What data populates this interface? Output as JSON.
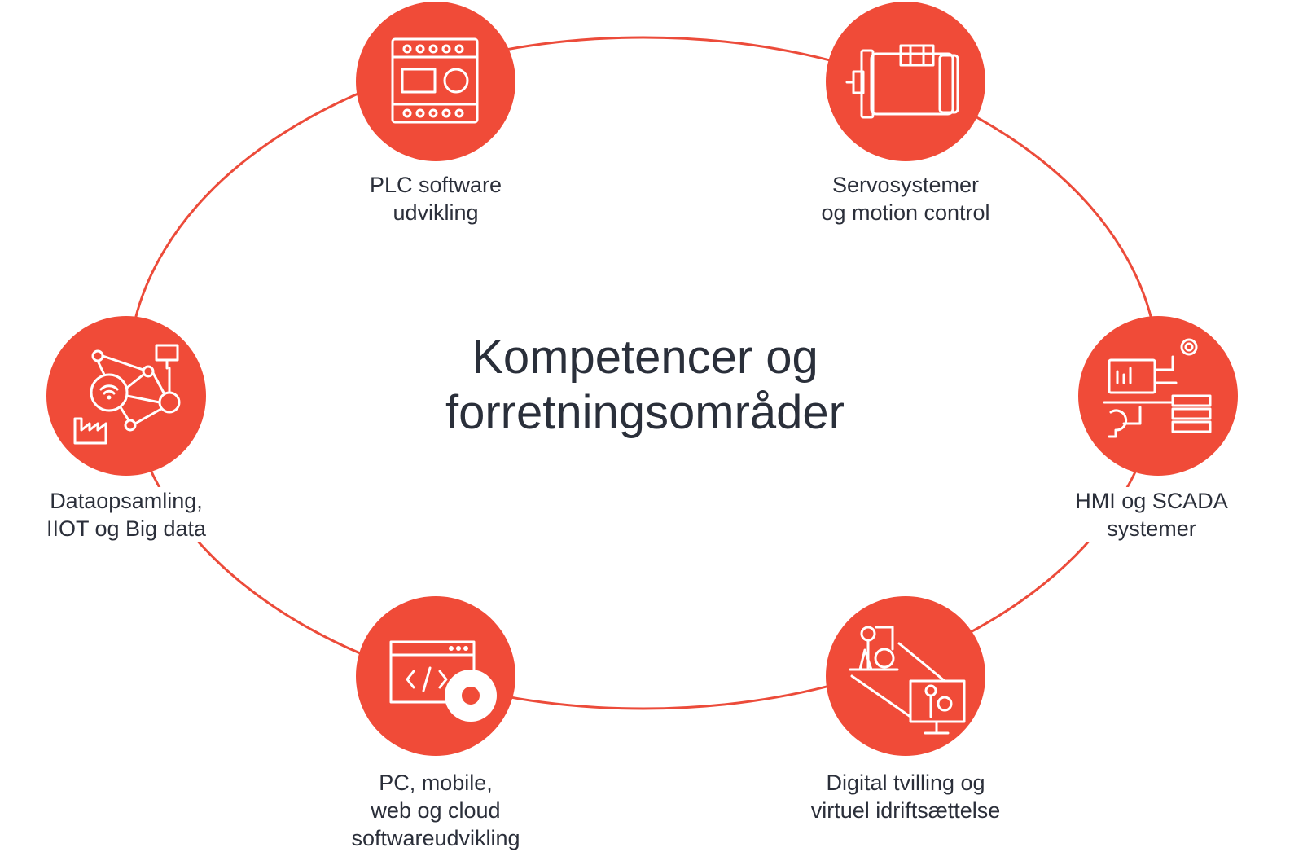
{
  "title": {
    "line1": "Kompetencer og",
    "line2": "forretningsområder"
  },
  "colors": {
    "accent": "#f04b38",
    "text": "#2b2f3a",
    "background": "#ffffff"
  },
  "nodes": [
    {
      "id": "plc",
      "icon": "plc-controller-icon",
      "line1": "PLC software",
      "line2": "udvikling"
    },
    {
      "id": "servo",
      "icon": "servo-motor-icon",
      "line1": "Servosystemer",
      "line2": "og motion control"
    },
    {
      "id": "hmi",
      "icon": "hmi-scada-icon",
      "line1": "HMI og SCADA",
      "line2": "systemer"
    },
    {
      "id": "twin",
      "icon": "digital-twin-icon",
      "line1": "Digital tvilling og",
      "line2": "virtuel idriftsættelse"
    },
    {
      "id": "software",
      "icon": "code-gear-icon",
      "line1": "PC, mobile,",
      "line2": "web og cloud",
      "line3": "softwareudvikling"
    },
    {
      "id": "data",
      "icon": "iot-network-icon",
      "line1": "Dataopsamling,",
      "line2": "IIOT og Big data"
    }
  ]
}
